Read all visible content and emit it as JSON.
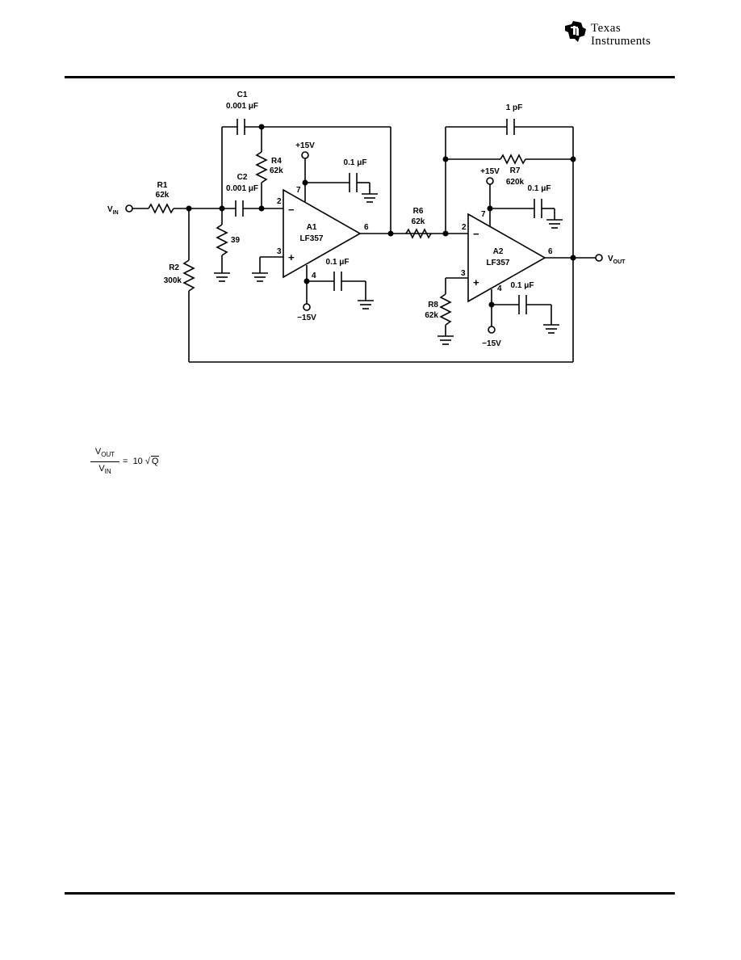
{
  "header": {
    "logo_line1": "Texas",
    "logo_line2": "Instruments"
  },
  "schematic": {
    "input_label": "V",
    "input_sub": "IN",
    "output_label": "V",
    "output_sub": "OUT",
    "r1": {
      "name": "R1",
      "value": "62k"
    },
    "r2": {
      "name": "R2",
      "value": "300k"
    },
    "r_shunt": {
      "value": "39"
    },
    "c1": {
      "name": "C1",
      "value": "0.001 μF"
    },
    "c2": {
      "name": "C2",
      "value": "0.001 μF"
    },
    "r4": {
      "name": "R4",
      "value": "62k"
    },
    "r6": {
      "name": "R6",
      "value": "62k"
    },
    "r7": {
      "name": "R7",
      "value": "620k"
    },
    "r8": {
      "name": "R8",
      "value": "62k"
    },
    "c_fb": {
      "value": "1 pF"
    },
    "a1": {
      "name": "A1",
      "part": "LF357"
    },
    "a2": {
      "name": "A2",
      "part": "LF357"
    },
    "bypass": "0.1 μF",
    "vpos": "+15V",
    "vneg": "−15V",
    "pins": {
      "p2": "2",
      "p3": "3",
      "p4": "4",
      "p6": "6",
      "p7": "7"
    },
    "minus": "−",
    "plus": "+"
  },
  "formula": {
    "num": "V",
    "num_sub": "OUT",
    "den": "V",
    "den_sub": "IN",
    "eq": "=",
    "coef": "10",
    "radical": "√",
    "radicand": "Q"
  }
}
